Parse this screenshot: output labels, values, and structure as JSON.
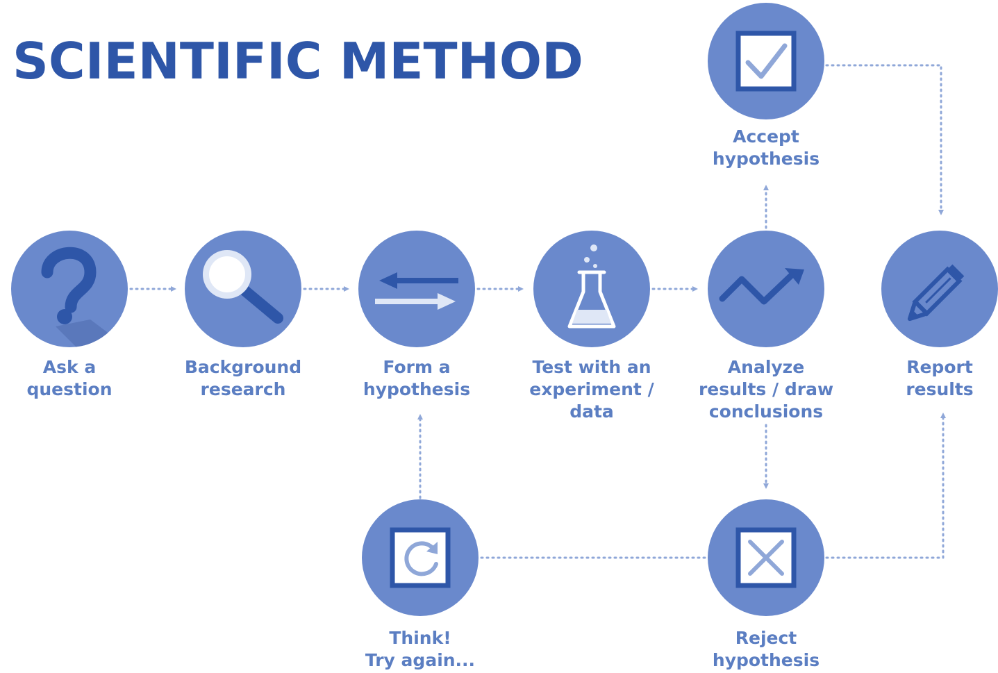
{
  "title": "SCIENTIFIC METHOD",
  "steps": {
    "ask": {
      "icon": "question-mark-icon",
      "line1": "Ask a",
      "line2": "question"
    },
    "research": {
      "icon": "magnifying-glass-icon",
      "line1": "Background",
      "line2": "research"
    },
    "hypothesis": {
      "icon": "swap-arrows-icon",
      "line1": "Form a",
      "line2": "hypothesis"
    },
    "test": {
      "icon": "flask-icon",
      "line1": "Test with an",
      "line2": "experiment /",
      "line3": "data"
    },
    "analyze": {
      "icon": "trend-line-icon",
      "line1": "Analyze",
      "line2": "results / draw",
      "line3": "conclusions"
    },
    "report": {
      "icon": "pencil-icon",
      "line1": "Report",
      "line2": "results"
    },
    "accept": {
      "icon": "checkbox-check-icon",
      "line1": "Accept",
      "line2": "hypothesis"
    },
    "reject": {
      "icon": "checkbox-x-icon",
      "line1": "Reject",
      "line2": "hypothesis"
    },
    "think": {
      "icon": "refresh-icon",
      "line1": "Think!",
      "line2": "Try again..."
    }
  },
  "colors": {
    "title": "#2e56a8",
    "circle": "#6a89cc",
    "label": "#5b7ec2",
    "connector": "#8fa7d8",
    "icon_dark": "#2e56a8",
    "icon_light": "#dfe7f6"
  }
}
